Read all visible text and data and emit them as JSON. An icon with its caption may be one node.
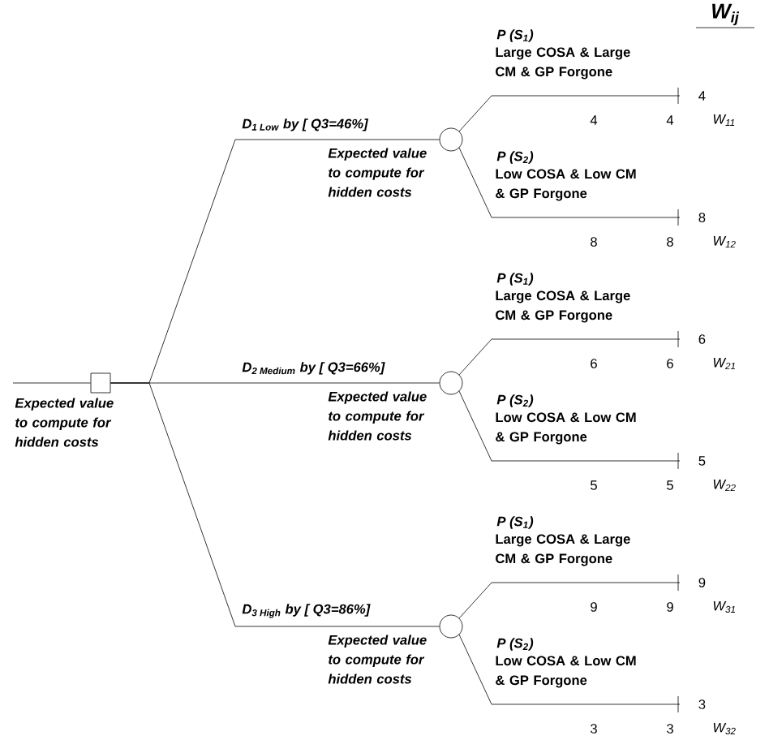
{
  "diagram": {
    "title": "W$_{ij}$",
    "nodes": [
      {
        "text": [],
        "shape": "box",
        "beside": [
          "Expected value to compute for hidden costs"
        ]
      },
      {
        "text": [],
        "shape": "circle",
        "beside": [
          "Expected value to compute for hidden costs"
        ]
      },
      {
        "text": [],
        "shape": "circle",
        "beside": [
          "Expected value to compute for hidden costs"
        ]
      },
      {
        "text": [],
        "shape": "circle",
        "beside": [
          "Expected value to compute for hidden costs"
        ]
      },
      {
        "text": [
          "4"
        ],
        "beside": [
          "W$_{11}$"
        ]
      },
      {
        "text": [
          "8"
        ],
        "beside": [
          "W$_{12}$"
        ]
      },
      {
        "text": [
          "6"
        ],
        "beside": [
          "W$_{21}$"
        ]
      },
      {
        "text": [
          "5"
        ],
        "beside": [
          "W$_{22}$"
        ]
      },
      {
        "text": [
          "9"
        ],
        "beside": [
          "W$_{31}$"
        ]
      },
      {
        "text": [
          "3"
        ],
        "beside": [
          "W$_{32}$"
        ]
      }
    ],
    "edges": [
      {
        "from": null,
        "to": 0,
        "arrow": "none"
      },
      {
        "from": 0,
        "to": 1,
        "arrow": "none",
        "label": "D$_{1 Low}$ by [ Q3=46%]"
      },
      {
        "from": 0,
        "to": 2,
        "arrow": "none",
        "label": "D$_{2 Medium}$ by [ Q3=66%]"
      },
      {
        "from": 0,
        "to": 3,
        "arrow": "none",
        "label": "D$_{3 High}$ by [ Q3=86%]"
      },
      {
        "from": 1,
        "to": 4,
        "arrow": "none",
        "label": "P (S$_{1}$)"
      },
      {
        "from": 1,
        "to": 5,
        "arrow": "none",
        "label": "P (S$_{2}$)"
      },
      {
        "from": 2,
        "to": 6,
        "arrow": "none",
        "label": "P (S$_{1}$)"
      },
      {
        "from": 2,
        "to": 7,
        "arrow": "none",
        "label": "P (S$_{2}$)"
      },
      {
        "from": 3,
        "to": 8,
        "arrow": "none",
        "label": "P (S$_{1}$)"
      },
      {
        "from": 3,
        "to": 9,
        "arrow": "none",
        "label": "P (S$_{2}$)"
      }
    ],
    "labels": [
      "Large COSA & Large CM & GP Forgone",
      "4",
      "4",
      "Low COSA & Low CM & GP Forgone",
      "8",
      "8",
      "Large COSA & Large CM & GP Forgone",
      "6",
      "6",
      "Low COSA & Low CM & GP Forgone",
      "5",
      "5",
      "Large COSA & Large CM & GP Forgone",
      "9",
      "9",
      "Low COSA & Low CM & GP Forgone",
      "3",
      "3"
    ]
  }
}
